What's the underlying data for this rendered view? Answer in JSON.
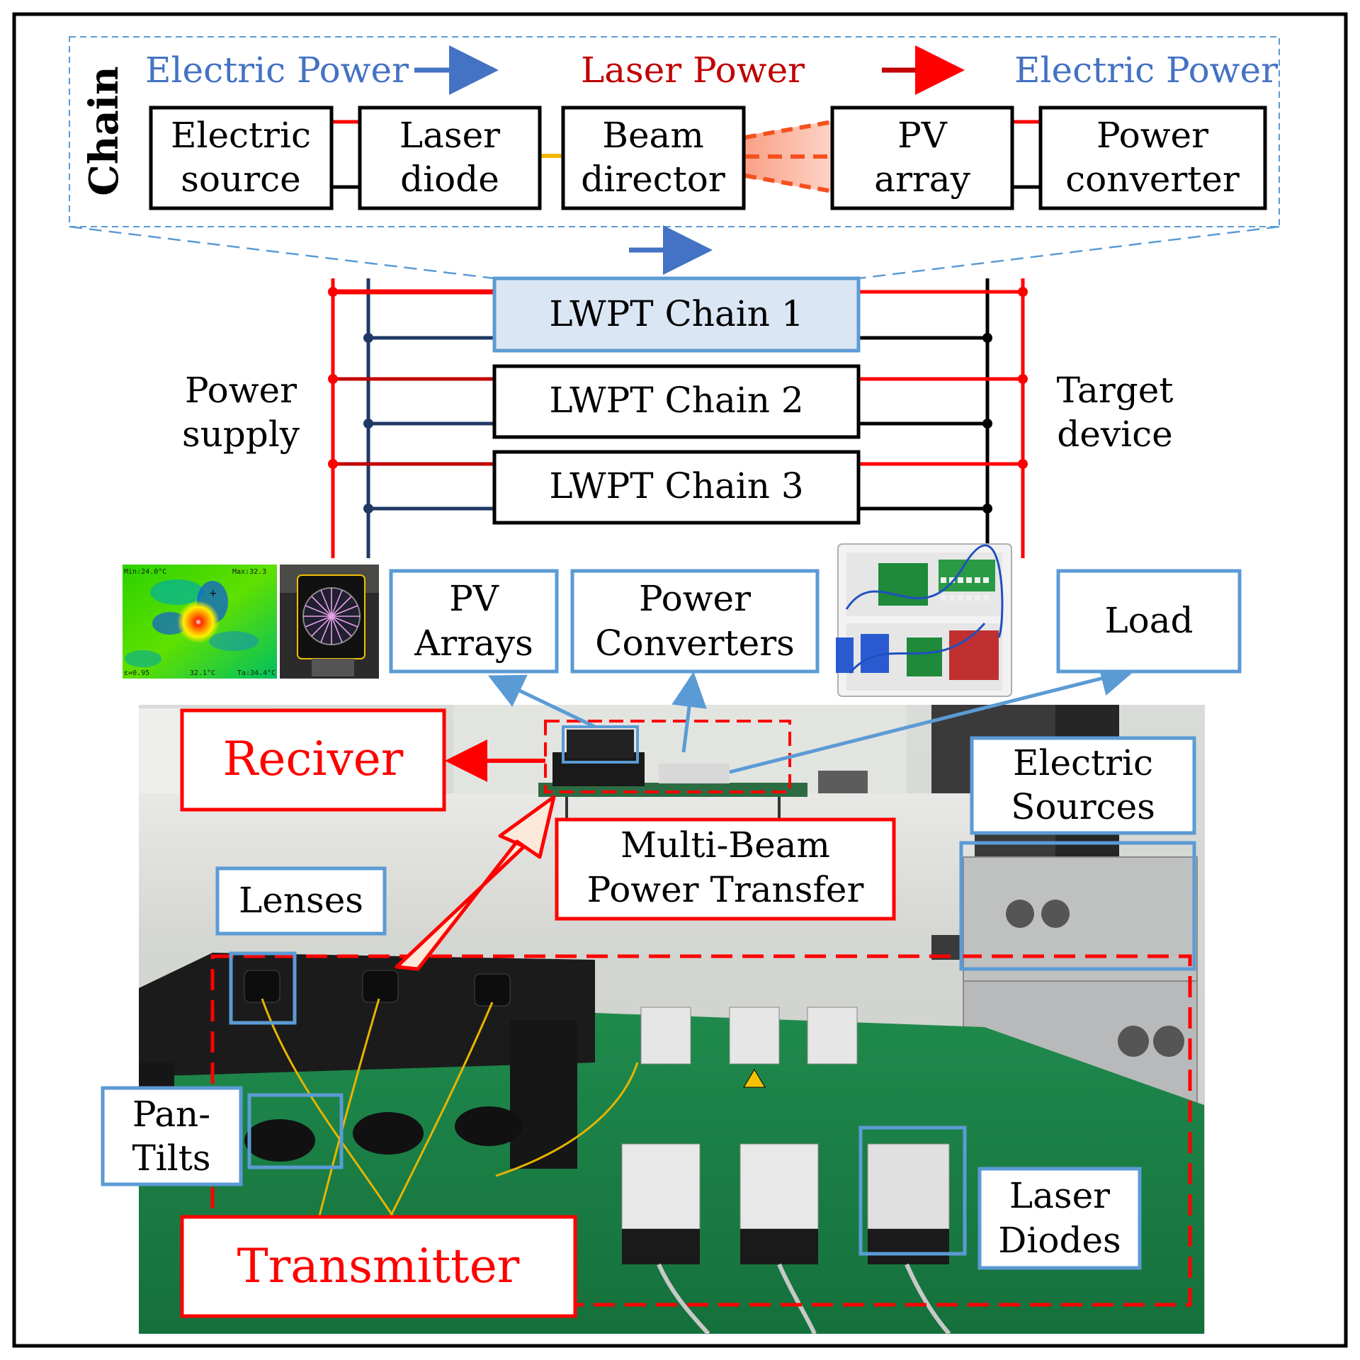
{
  "chain_detail": {
    "side_label": "Chain",
    "flow_labels": {
      "left": "Electric Power",
      "middle": "Laser Power",
      "right": "Electric Power"
    },
    "blocks": [
      [
        "Electric",
        "source"
      ],
      [
        "Laser",
        "diode"
      ],
      [
        "Beam",
        "director"
      ],
      [
        "PV",
        "array"
      ],
      [
        "Power",
        "converter"
      ]
    ]
  },
  "system": {
    "chains": [
      "LWPT Chain 1",
      "LWPT Chain 2",
      "LWPT Chain 3"
    ],
    "power_supply": [
      "Power",
      "supply"
    ],
    "target_device": [
      "Target",
      "device"
    ]
  },
  "thermal_inset": {
    "min": "Min:24.0°C",
    "max": "Max:32.3",
    "emissivity": "ε=0.95",
    "center": "32.1°C",
    "ambient": "Ta:34.4°C"
  },
  "callouts": {
    "pv_arrays": [
      "PV",
      "Arrays"
    ],
    "power_converters": [
      "Power",
      "Converters"
    ],
    "load": "Load",
    "receiver": "Reciver",
    "electric_sources": [
      "Electric",
      "Sources"
    ],
    "multi_beam": [
      "Multi-Beam",
      "Power Transfer"
    ],
    "lenses": "Lenses",
    "pan_tilts": [
      "Pan-",
      "Tilts"
    ],
    "transmitter": "Transmitter",
    "laser_diodes": [
      "Laser",
      "Diodes"
    ]
  },
  "colors": {
    "blue_text": "#4472c4",
    "red_text": "#c00000",
    "bright_red": "#ff0000",
    "callout_blue": "#5b9bd5",
    "navy": "#1f3864",
    "chain1_fill": "#dbe6f4",
    "beam_orange": "#f4511e"
  }
}
